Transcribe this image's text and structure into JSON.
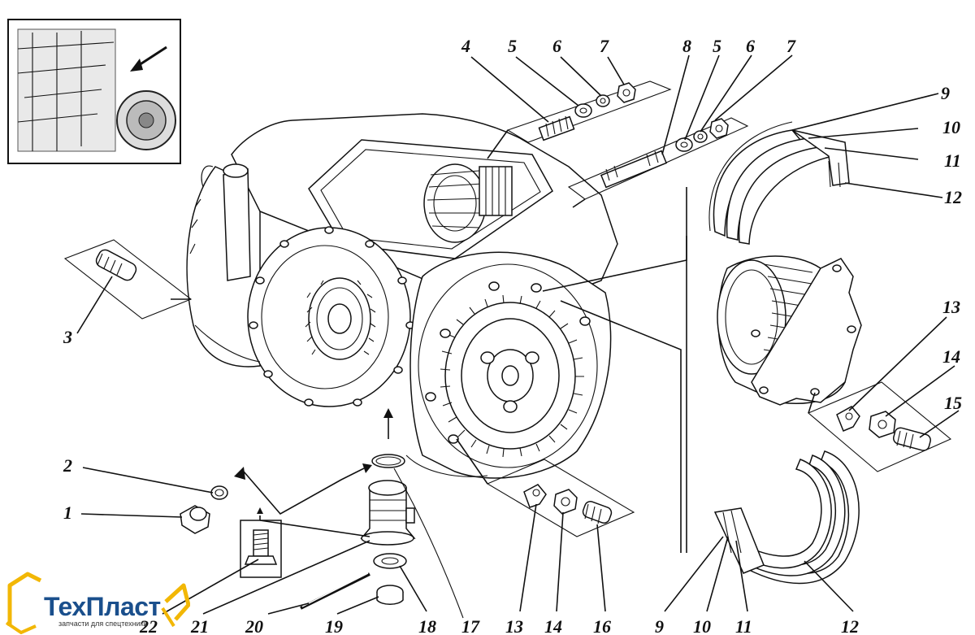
{
  "diagram": {
    "part_labels": [
      {
        "id": "l4",
        "text": "4"
      },
      {
        "id": "l5a",
        "text": "5"
      },
      {
        "id": "l6a",
        "text": "6"
      },
      {
        "id": "l7a",
        "text": "7"
      },
      {
        "id": "l8",
        "text": "8"
      },
      {
        "id": "l5b",
        "text": "5"
      },
      {
        "id": "l6b",
        "text": "6"
      },
      {
        "id": "l7b",
        "text": "7"
      },
      {
        "id": "l9a",
        "text": "9"
      },
      {
        "id": "l10a",
        "text": "10"
      },
      {
        "id": "l11a",
        "text": "11"
      },
      {
        "id": "l12a",
        "text": "12"
      },
      {
        "id": "l3",
        "text": "3"
      },
      {
        "id": "l13a",
        "text": "13"
      },
      {
        "id": "l14a",
        "text": "14"
      },
      {
        "id": "l15",
        "text": "15"
      },
      {
        "id": "l2",
        "text": "2"
      },
      {
        "id": "l1",
        "text": "1"
      },
      {
        "id": "l22",
        "text": "22"
      },
      {
        "id": "l21",
        "text": "21"
      },
      {
        "id": "l20",
        "text": "20"
      },
      {
        "id": "l19",
        "text": "19"
      },
      {
        "id": "l18",
        "text": "18"
      },
      {
        "id": "l17",
        "text": "17"
      },
      {
        "id": "l13b",
        "text": "13"
      },
      {
        "id": "l14b",
        "text": "14"
      },
      {
        "id": "l16",
        "text": "16"
      },
      {
        "id": "l9b",
        "text": "9"
      },
      {
        "id": "l10b",
        "text": "10"
      },
      {
        "id": "l11b",
        "text": "11"
      },
      {
        "id": "l12b",
        "text": "12"
      }
    ]
  },
  "watermark": {
    "brand": "ТехПласт",
    "tagline": "запчасти для спецтехники",
    "brand_color": "#1a4f8c",
    "accent_color": "#f2b705"
  }
}
